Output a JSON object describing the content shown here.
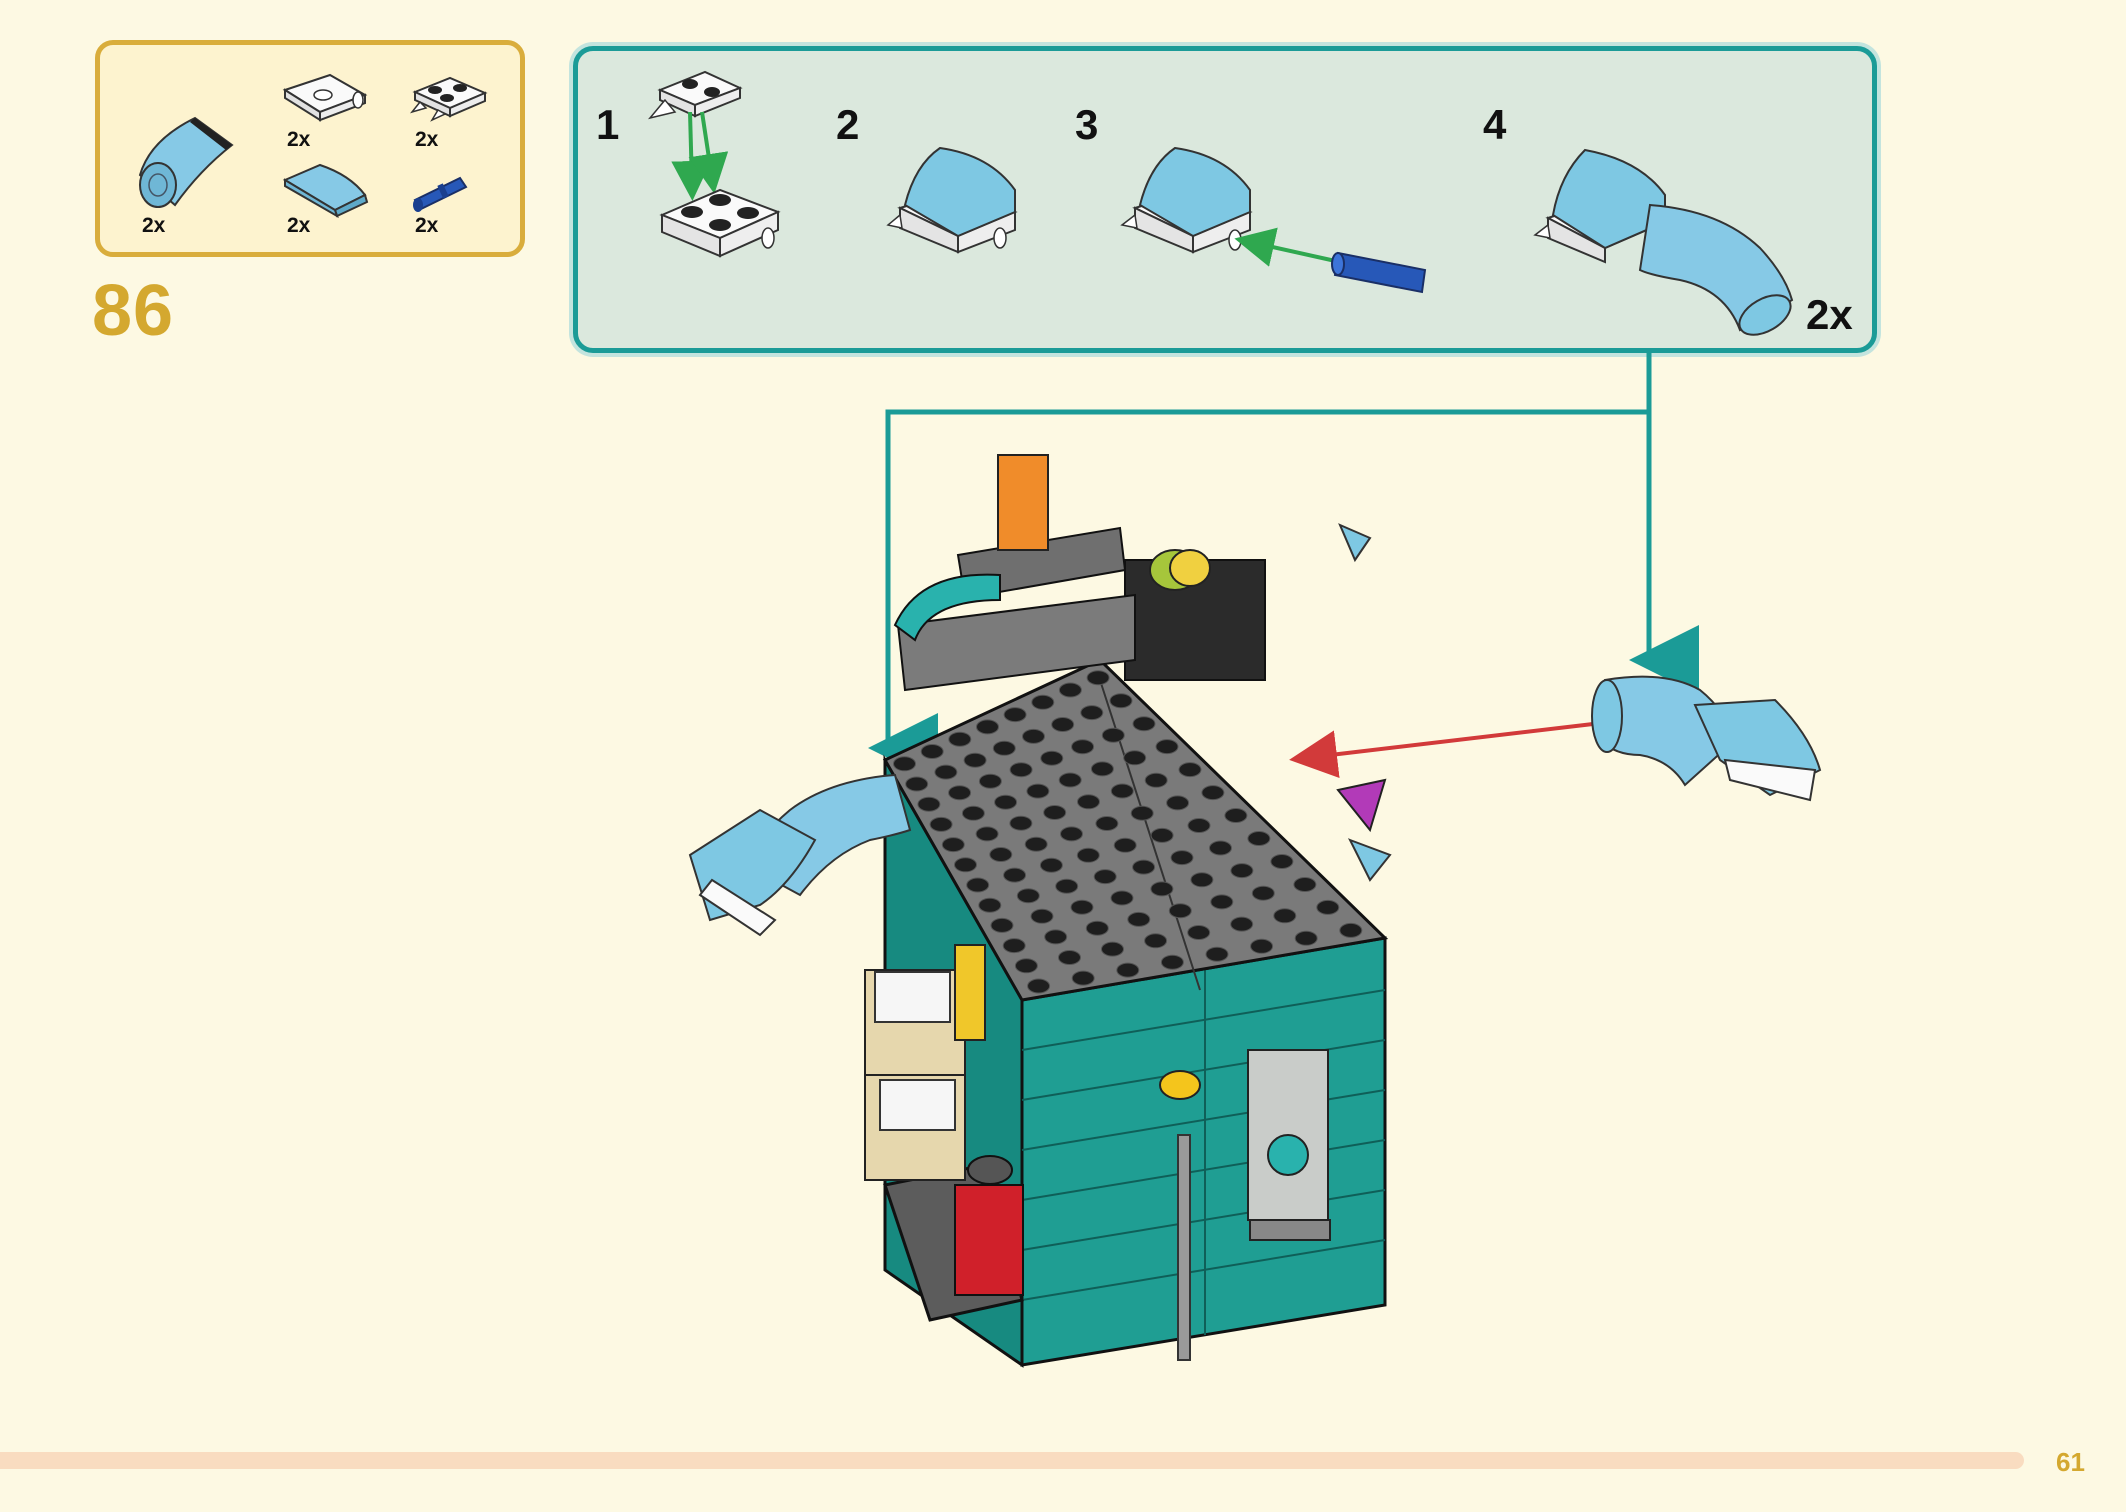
{
  "step": {
    "number": "86"
  },
  "parts": [
    {
      "name": "curved-slope-light-blue",
      "qty": "2x"
    },
    {
      "name": "plate-with-clip-white",
      "qty": "2x"
    },
    {
      "name": "plate-with-teeth-white",
      "qty": "2x"
    },
    {
      "name": "curved-tile-light-blue",
      "qty": "2x"
    },
    {
      "name": "pin-blue",
      "qty": "2x"
    }
  ],
  "substeps": [
    {
      "label": "1"
    },
    {
      "label": "2"
    },
    {
      "label": "3"
    },
    {
      "label": "4"
    }
  ],
  "substep_multiplier": "2x",
  "page": {
    "number": "61"
  },
  "colors": {
    "background": "#fdf9e3",
    "parts_border": "#d9ad3c",
    "parts_fill": "#fdf3cf",
    "callout_border": "#1b9b97",
    "callout_fill": "#dbe8dd",
    "step_number": "#d4a82f",
    "arrow_green": "#2fa84f",
    "arrow_red": "#d23a3a",
    "teal_brick": "#1f9e93",
    "light_blue": "#7ec8e3",
    "dark_gray": "#7a7a7a"
  }
}
